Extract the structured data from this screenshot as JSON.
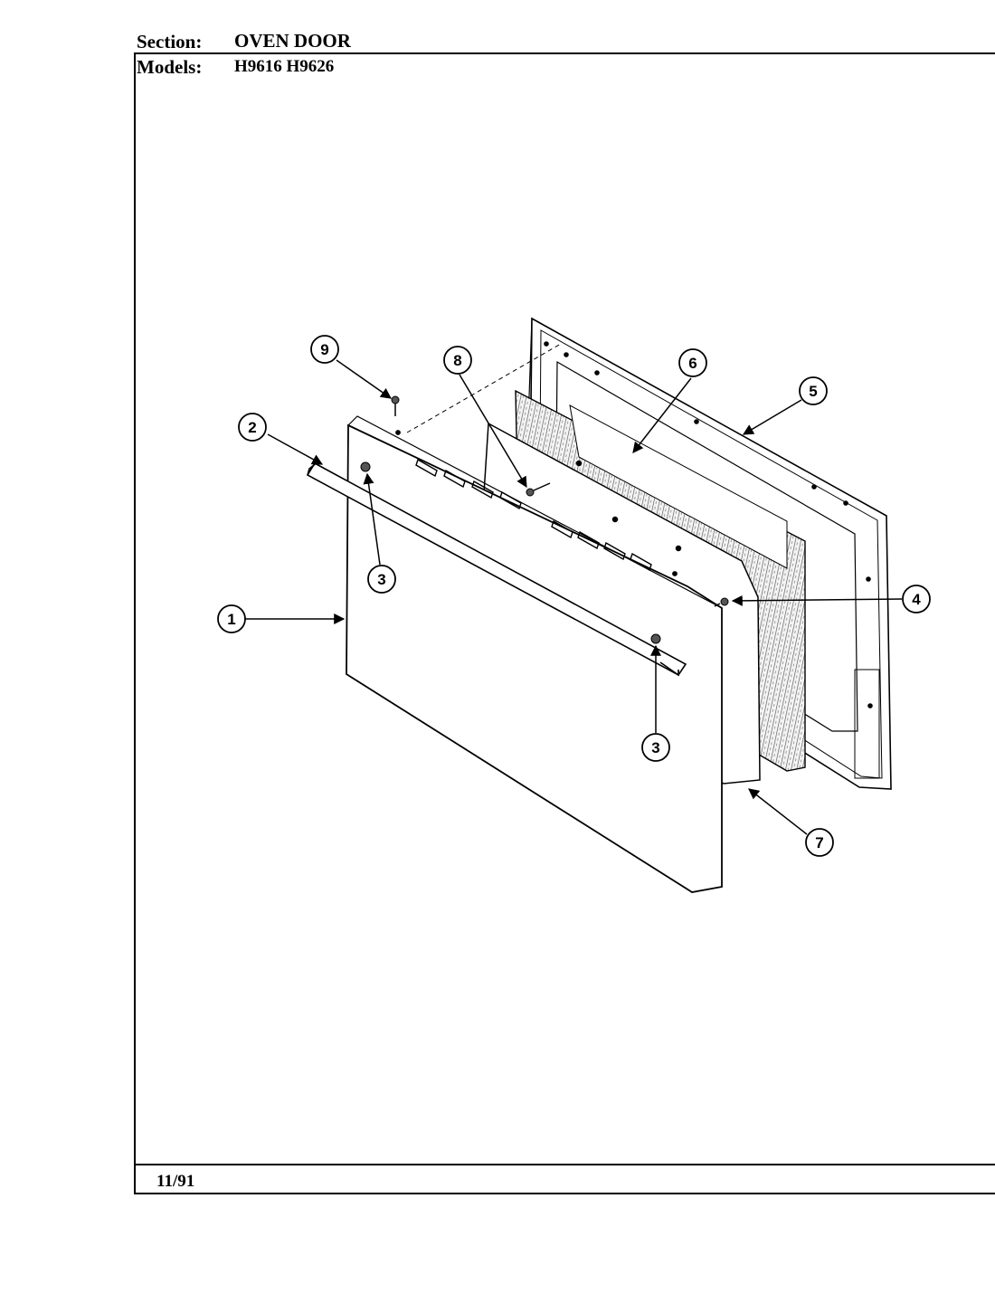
{
  "header": {
    "section_label": "Section:",
    "section_value": "OVEN DOOR",
    "models_label": "Models:",
    "models_value": "H9616  H9626"
  },
  "footer": {
    "date": "11/91"
  },
  "callouts": [
    {
      "id": "1",
      "label": "1"
    },
    {
      "id": "2",
      "label": "2"
    },
    {
      "id": "3a",
      "label": "3"
    },
    {
      "id": "3b",
      "label": "3"
    },
    {
      "id": "4",
      "label": "4"
    },
    {
      "id": "5",
      "label": "5"
    },
    {
      "id": "6",
      "label": "6"
    },
    {
      "id": "7",
      "label": "7"
    },
    {
      "id": "8",
      "label": "8"
    },
    {
      "id": "9",
      "label": "9"
    }
  ]
}
